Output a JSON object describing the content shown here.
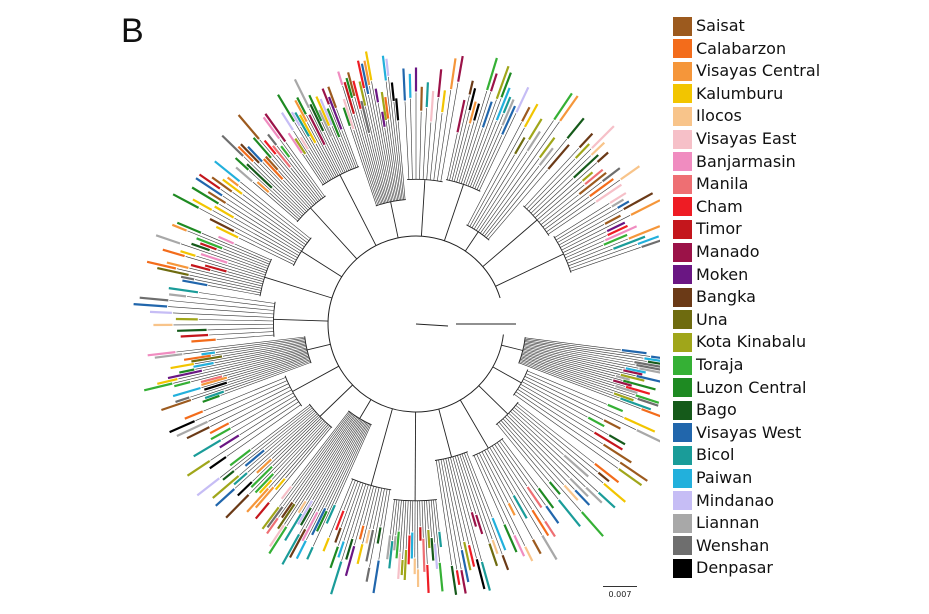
{
  "panel_label": "B",
  "legend": {
    "items": [
      {
        "label": "Saisat",
        "color": "#9c5a1e"
      },
      {
        "label": "Calabarzon",
        "color": "#f36c1b"
      },
      {
        "label": "Visayas Central",
        "color": "#f5963a"
      },
      {
        "label": "Kalumburu",
        "color": "#f2c500"
      },
      {
        "label": "Ilocos",
        "color": "#f8c48a"
      },
      {
        "label": "Visayas East",
        "color": "#f6c0c8"
      },
      {
        "label": "Banjarmasin",
        "color": "#f08cc0"
      },
      {
        "label": "Manila",
        "color": "#ee6f73"
      },
      {
        "label": "Cham",
        "color": "#ee1c24"
      },
      {
        "label": "Timor",
        "color": "#c4161c"
      },
      {
        "label": "Manado",
        "color": "#9b1248"
      },
      {
        "label": "Moken",
        "color": "#6a1683"
      },
      {
        "label": "Bangka",
        "color": "#6b3a17"
      },
      {
        "label": "Una",
        "color": "#6e6b0f"
      },
      {
        "label": "Kota Kinabalu",
        "color": "#a0a61a"
      },
      {
        "label": "Toraja",
        "color": "#35b035"
      },
      {
        "label": "Luzon Central",
        "color": "#1e8a22"
      },
      {
        "label": "Bago",
        "color": "#155a1a"
      },
      {
        "label": "Visayas West",
        "color": "#2166ac"
      },
      {
        "label": "Bicol",
        "color": "#1a9c99"
      },
      {
        "label": "Paiwan",
        "color": "#22b0dc"
      },
      {
        "label": "Mindanao",
        "color": "#c6bdf5"
      },
      {
        "label": "Liannan",
        "color": "#a8a8a8"
      },
      {
        "label": "Wenshan",
        "color": "#6e6e6e"
      },
      {
        "label": "Denpasar",
        "color": "#000000"
      }
    ]
  },
  "scale_bar": {
    "label": "0.007"
  }
}
